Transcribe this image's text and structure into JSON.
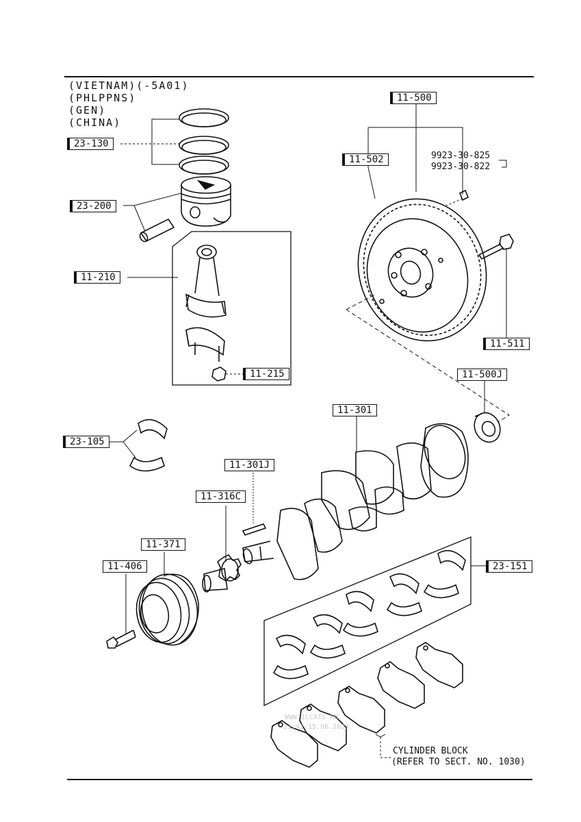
{
  "header": {
    "lines": [
      "(VIETNAM)(-5A01)",
      "(PHLPPNS)",
      "(GEN)",
      "(CHINA)"
    ]
  },
  "parts": {
    "p_11_500": "11-500",
    "p_11_502": "11-502",
    "p_11_511": "11-511",
    "p_11_500J": "11-500J",
    "p_11_301": "11-301",
    "p_11_301J": "11-301J",
    "p_11_316C": "11-316C",
    "p_11_371": "11-371",
    "p_11_406": "11-406",
    "p_11_210": "11-210",
    "p_11_215": "11-215",
    "p_23_130": "23-130",
    "p_23_200": "23-200",
    "p_23_105": "23-105",
    "p_23_151": "23-151"
  },
  "bolt_numbers": [
    "9923-30-825",
    "9923-30-822"
  ],
  "notes": {
    "cylinder_block": "CYLINDER BLOCK",
    "refer": "(REFER TO SECT. NO. 1030)"
  },
  "watermark": {
    "line1": "WWW.ILCATS.RU",
    "line2": "21:42:15.06.2023"
  }
}
